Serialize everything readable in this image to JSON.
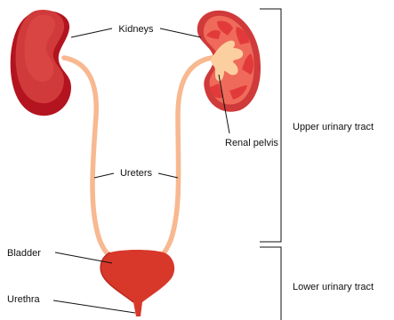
{
  "labels": {
    "kidneys": "Kidneys",
    "renal_pelvis": "Renal pelvis",
    "ureters": "Ureters",
    "bladder": "Bladder",
    "urethra": "Urethra"
  },
  "regions": {
    "upper": "Upper urinary tract",
    "lower": "Lower urinary tract"
  },
  "colors": {
    "kidney_dark": "#b3141f",
    "kidney_main": "#d03a3a",
    "kidney_light": "#e04f4a",
    "kidney_section_fill": "#ef6a5a",
    "pyramid": "#e23a3a",
    "pelvis": "#fccfa0",
    "ureter": "#f8b890",
    "bladder": "#d8382a",
    "bladder_dark": "#b8281f",
    "line": "#111111"
  }
}
